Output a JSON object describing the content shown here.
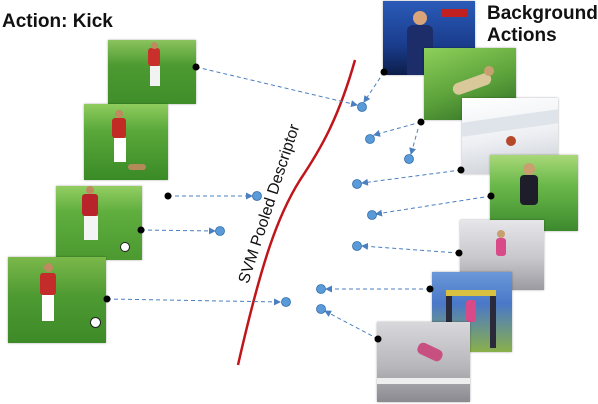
{
  "labels": {
    "left_title": "Action: Kick",
    "right_title_line1": "Background",
    "right_title_line2": "Actions",
    "separator": "SVM Pooled Descriptor"
  },
  "colors": {
    "arrow": "#4a7fc0",
    "point_fill": "#5a9ad8",
    "point_stroke": "#2f6ea8",
    "separator_curve": "#c0151a",
    "frame_anchor": "#000000"
  },
  "kick_frames": [
    {
      "name": "kick-frame-1",
      "scene": "soccer pitch, player in red shirt running",
      "palette": [
        "#3f8e2a",
        "#7bbf4a",
        "#c9302c",
        "#f2f2f2"
      ]
    },
    {
      "name": "kick-frame-2",
      "scene": "soccer pitch, player in red shirt kicking",
      "palette": [
        "#3a8a26",
        "#6cb23e",
        "#c22a25",
        "#ffffff"
      ]
    },
    {
      "name": "kick-frame-3",
      "scene": "soccer pitch, player in red shirt with ball",
      "palette": [
        "#4b9930",
        "#83c552",
        "#b8242a",
        "#f4f4f4"
      ]
    },
    {
      "name": "kick-frame-4",
      "scene": "soccer pitch, player kicking ball",
      "palette": [
        "#3d8a28",
        "#76b84a",
        "#c42b2b",
        "#ffffff"
      ]
    }
  ],
  "background_frames": [
    {
      "name": "bg-frame-tv",
      "scene": "TV presenter in studio",
      "palette": [
        "#1a3c8c",
        "#2a5bb8",
        "#d9a47a",
        "#0d1e4a"
      ]
    },
    {
      "name": "bg-frame-fall",
      "scene": "person falling on grass",
      "palette": [
        "#5aa03a",
        "#8ed05a",
        "#d8c89a",
        "#2f6a24"
      ]
    },
    {
      "name": "bg-frame-snow",
      "scene": "snowy slope",
      "palette": [
        "#f4f4f6",
        "#dfe4ea",
        "#b5482a",
        "#c8ccd2"
      ]
    },
    {
      "name": "bg-frame-lawn",
      "scene": "person on lawn",
      "palette": [
        "#6ab84a",
        "#3d8a2e",
        "#1e1e2a",
        "#a8d878"
      ]
    },
    {
      "name": "bg-frame-indoor",
      "scene": "indoor gym, pink figure",
      "palette": [
        "#c8c8cc",
        "#9a9aa0",
        "#d84a88",
        "#e6e6ea"
      ]
    },
    {
      "name": "bg-frame-playground",
      "scene": "playground structure",
      "palette": [
        "#4a78c8",
        "#8ab04a",
        "#d8c040",
        "#2a2a3a"
      ]
    },
    {
      "name": "bg-frame-gym",
      "scene": "gymnast on floor",
      "palette": [
        "#b8b8bc",
        "#d8d8dc",
        "#c85080",
        "#8a8a90"
      ]
    }
  ]
}
